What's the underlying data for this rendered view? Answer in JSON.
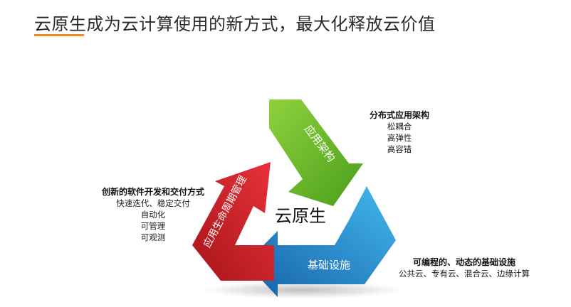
{
  "title": "云原生成为云计算使用的新方式，最大化释放云价值",
  "center_label": "云原生",
  "arrows": [
    {
      "label": "应用架构",
      "color": "#6cc12c"
    },
    {
      "label": "基础设施",
      "color": "#1e8fd6"
    },
    {
      "label": "应用生命周期管理",
      "color": "#d62027"
    }
  ],
  "notes": {
    "architecture": {
      "head": "分布式应用架构",
      "lines": [
        "松耦合",
        "高弹性",
        "高容错"
      ]
    },
    "lifecycle": {
      "head": "创新的软件开发和交付方式",
      "lines": [
        "快速迭代、稳定交付",
        "自动化",
        "可管理",
        "可观测"
      ]
    },
    "infrastructure": {
      "head": "可编程的、动态的基础设施",
      "lines": [
        "公共云、专有云、混合云、边缘计算"
      ]
    }
  },
  "colors": {
    "accent": "#f28c1d",
    "green": "#6cc12c",
    "blue": "#1e8fd6",
    "red": "#d62027"
  }
}
